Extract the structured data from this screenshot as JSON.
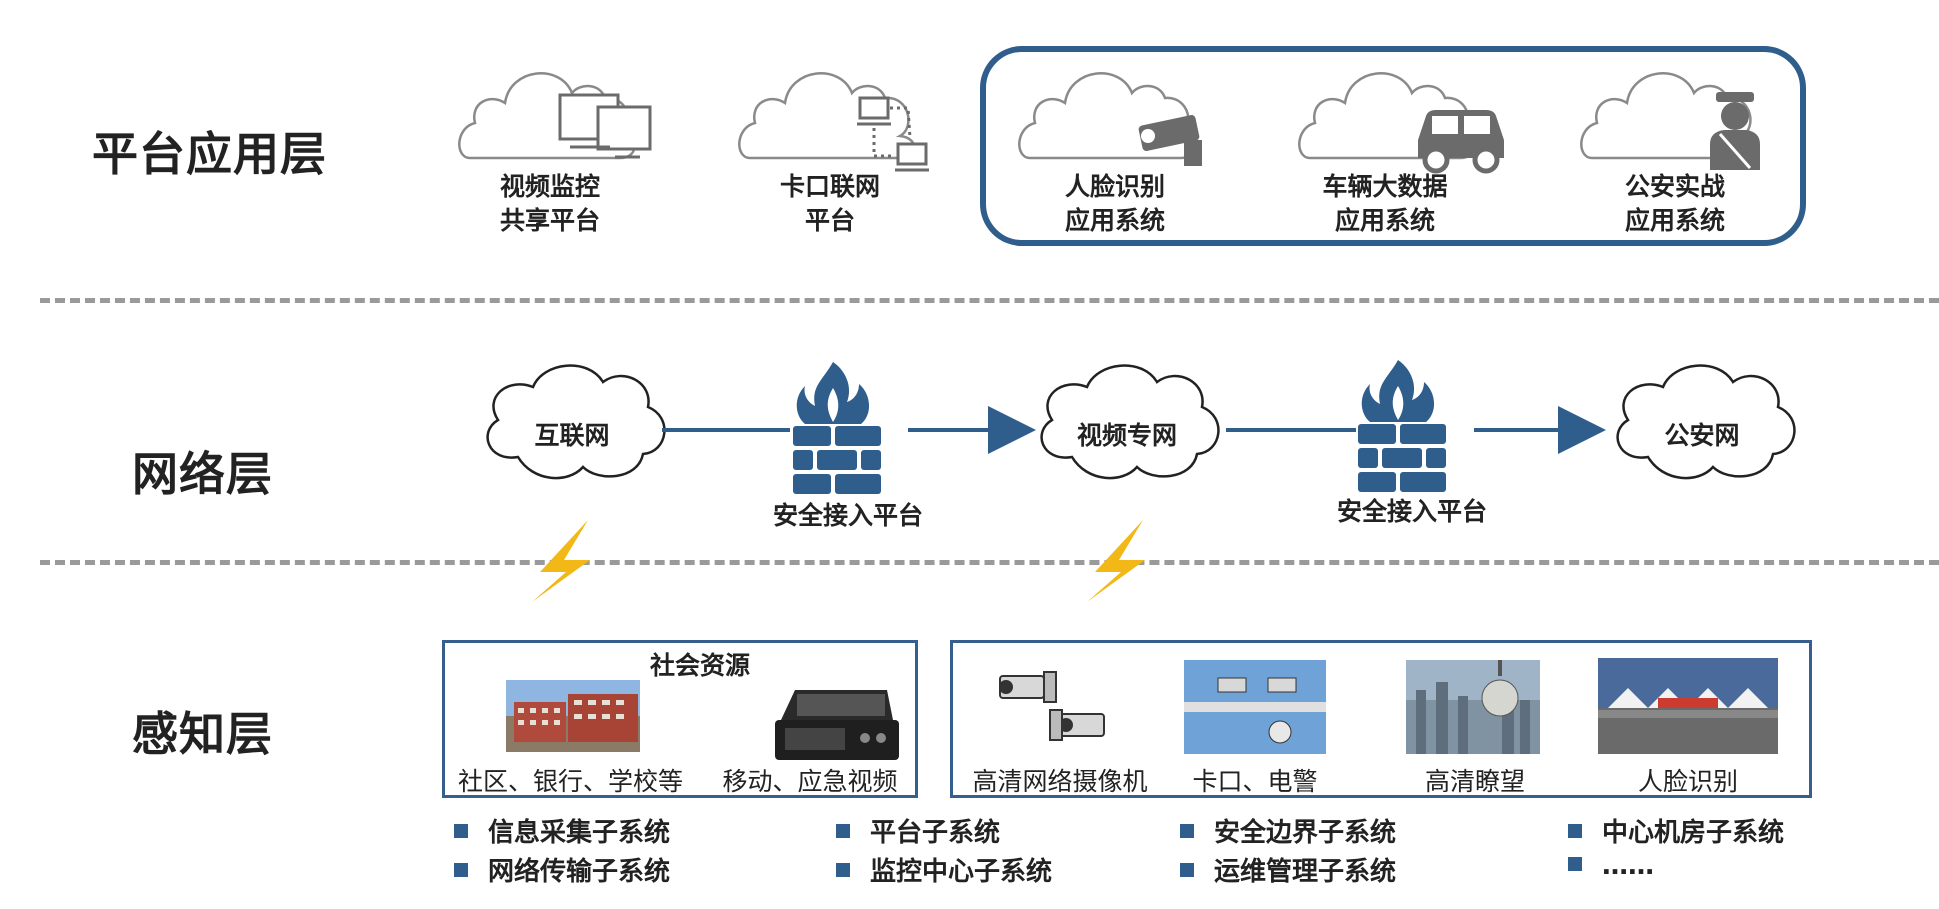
{
  "layers": {
    "platform": "平台应用层",
    "network": "网络层",
    "perception": "感知层"
  },
  "platform_items": [
    {
      "line1": "视频监控",
      "line2": "共享平台",
      "icon": "monitor-icon"
    },
    {
      "line1": "卡口联网",
      "line2": "平台",
      "icon": "network-devices-icon"
    },
    {
      "line1": "人脸识别",
      "line2": "应用系统",
      "icon": "camera-icon"
    },
    {
      "line1": "车辆大数据",
      "line2": "应用系统",
      "icon": "car-icon"
    },
    {
      "line1": "公安实战",
      "line2": "应用系统",
      "icon": "police-officer-icon"
    }
  ],
  "network": {
    "internet": "互联网",
    "video_net": "视频专网",
    "police_net": "公安网",
    "gateway1": "安全接入平台",
    "gateway2": "安全接入平台"
  },
  "perception": {
    "social_title": "社会资源",
    "social_items": [
      "社区、银行、学校等",
      "移动、应急视频"
    ],
    "device_items": [
      "高清网络摄像机",
      "卡口、电警",
      "高清瞭望",
      "人脸识别"
    ]
  },
  "subsystems": {
    "col1": [
      "信息采集子系统",
      "网络传输子系统"
    ],
    "col2": [
      "平台子系统",
      "监控中心子系统"
    ],
    "col3": [
      "安全边界子系统",
      "运维管理子系统"
    ],
    "col4": [
      "中心机房子系统",
      "……"
    ]
  },
  "colors": {
    "accent": "#2f5d8c",
    "divider": "#9a9a9a",
    "lightning": "#f2b818",
    "icon_gray": "#6b6b6b"
  }
}
